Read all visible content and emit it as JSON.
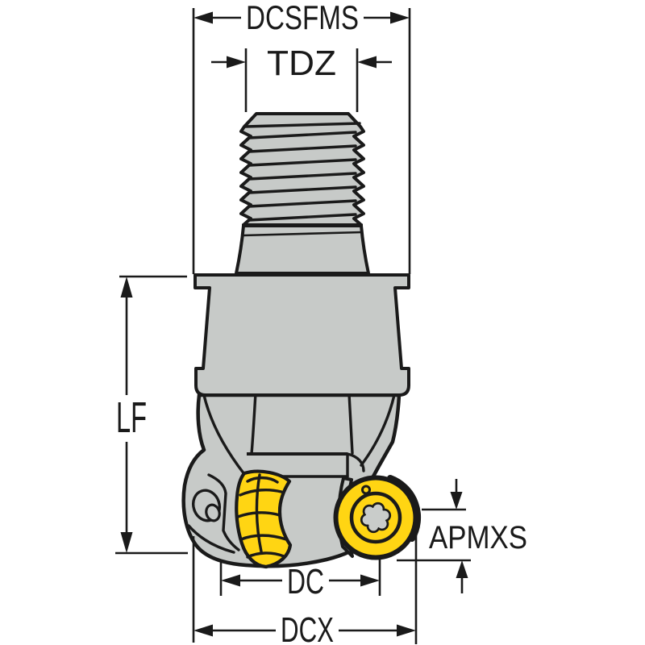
{
  "drawing": {
    "type": "technical-dimension-diagram",
    "subject": "Round-insert milling cutter with threaded coupling, side view with dimension callouts",
    "labels": {
      "dcsfms": "DCSFMS",
      "tdz": "TDZ",
      "lf": "LF",
      "dc": "DC",
      "dcx": "DCX",
      "apmxs": "APMXS"
    },
    "colors": {
      "body_metal": "#c7cac8",
      "insert_yellow": "#ffd513",
      "outline": "#1a1a1a",
      "background": "#ffffff"
    }
  }
}
